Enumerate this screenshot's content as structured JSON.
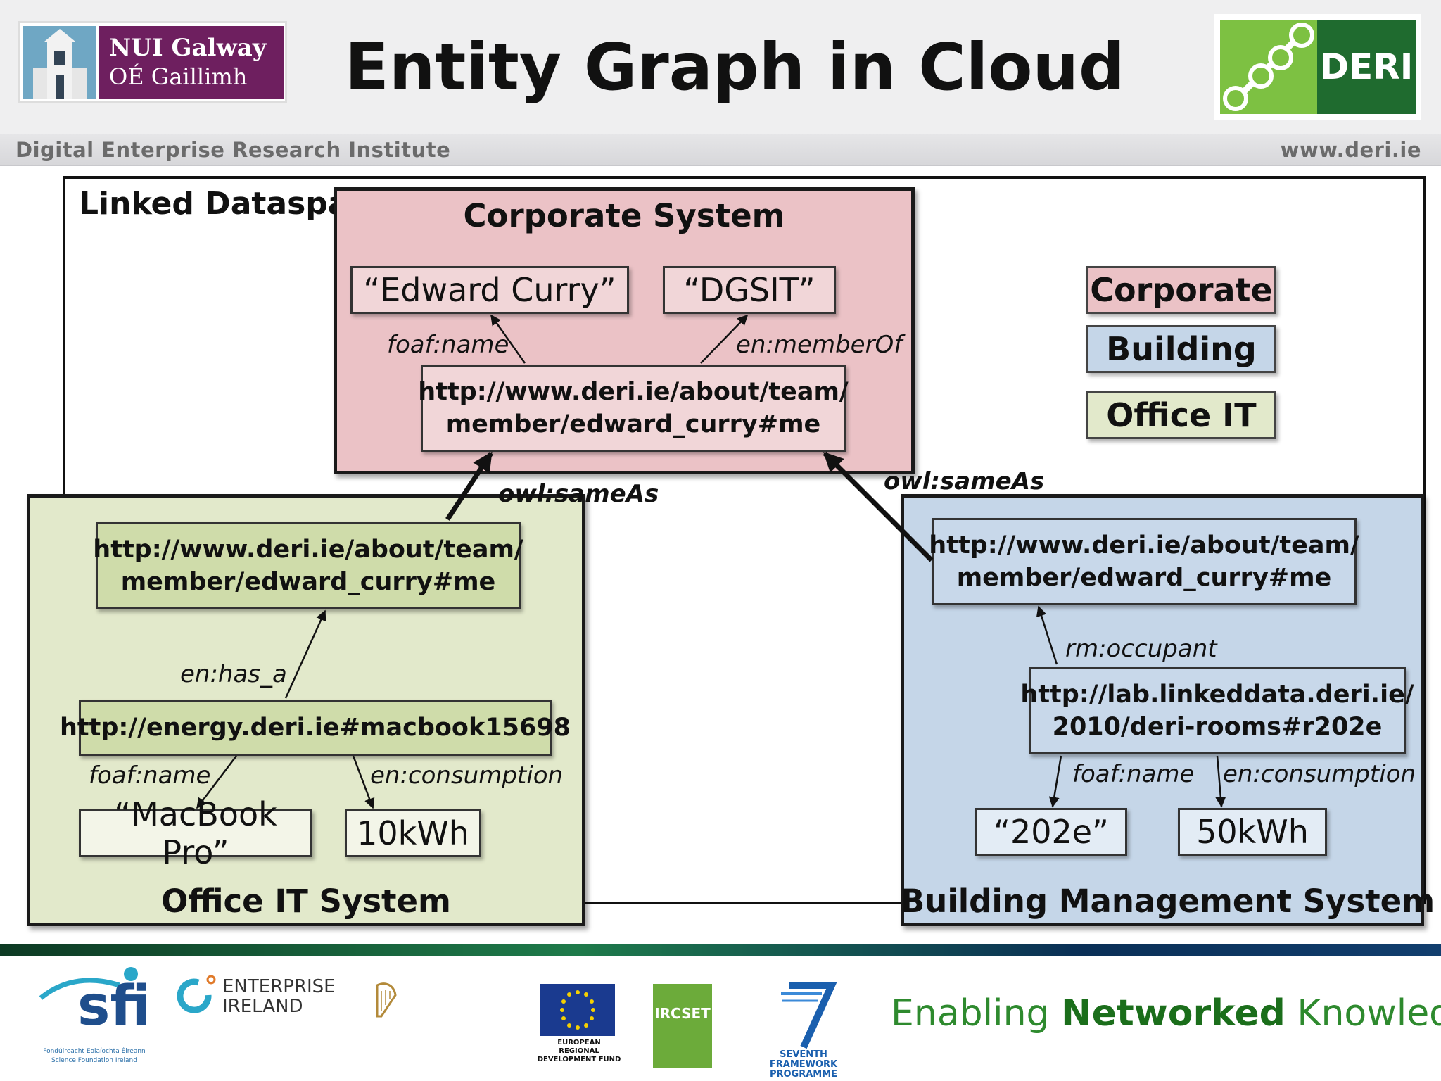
{
  "header": {
    "title": "Entity Graph in Cloud",
    "nui_line1": "NUI Galway",
    "nui_line2": "OÉ Gaillimh",
    "deri_logo_text": "DERI",
    "institute": "Digital Enterprise Research Institute",
    "website": "www.deri.ie"
  },
  "diagram": {
    "dataspace_title": "Linked Dataspa",
    "corporate": {
      "title": "Corporate System",
      "name_literal": "“Edward Curry”",
      "org_literal": "“DGSIT”",
      "uri": "http://www.deri.ie/about/team/\nmember/edward_curry#me",
      "edge_name": "foaf:name",
      "edge_member": "en:memberOf"
    },
    "office_it": {
      "title": "Office IT System",
      "person_uri": "http://www.deri.ie/about/team/\nmember/edward_curry#me",
      "edge_has": "en:has_a",
      "device_uri": "http://energy.deri.ie#macbook15698",
      "edge_name": "foaf:name",
      "edge_consumption": "en:consumption",
      "name_literal": "“MacBook Pro”",
      "consumption_literal": "10kWh"
    },
    "building": {
      "title": "Building Management System",
      "person_uri": "http://www.deri.ie/about/team/\nmember/edward_curry#me",
      "edge_occupant": "rm:occupant",
      "room_uri": "http://lab.linkeddata.deri.ie/\n2010/deri-rooms#r202e",
      "edge_name": "foaf:name",
      "edge_consumption": "en:consumption",
      "name_literal": "“202e”",
      "consumption_literal": "50kWh"
    },
    "same_as_left": "owl:sameAs",
    "same_as_right": "owl:sameAs",
    "legend": [
      "Corporate",
      "Building",
      "Office IT"
    ],
    "colors": {
      "corporate": "#ebc2c6",
      "building": "#c5d6e8",
      "office_it": "#e2e9cb"
    }
  },
  "footer": {
    "sfi_text": "sfi",
    "sfi_caption": "Fondúireacht Eolaíochta Éireann\nScience Foundation Ireland",
    "enterprise_line1": "ENTERPRISE",
    "enterprise_line2": "IRELAND",
    "erdf_caption": "EUROPEAN REGIONAL\nDEVELOPMENT FUND",
    "ircset": "IRCSET",
    "fp7_caption": "SEVENTH FRAMEWORK\nPROGRAMME",
    "tagline_pre": "Enabling ",
    "tagline_bold": "Networked",
    "tagline_post": " Knowledge"
  }
}
